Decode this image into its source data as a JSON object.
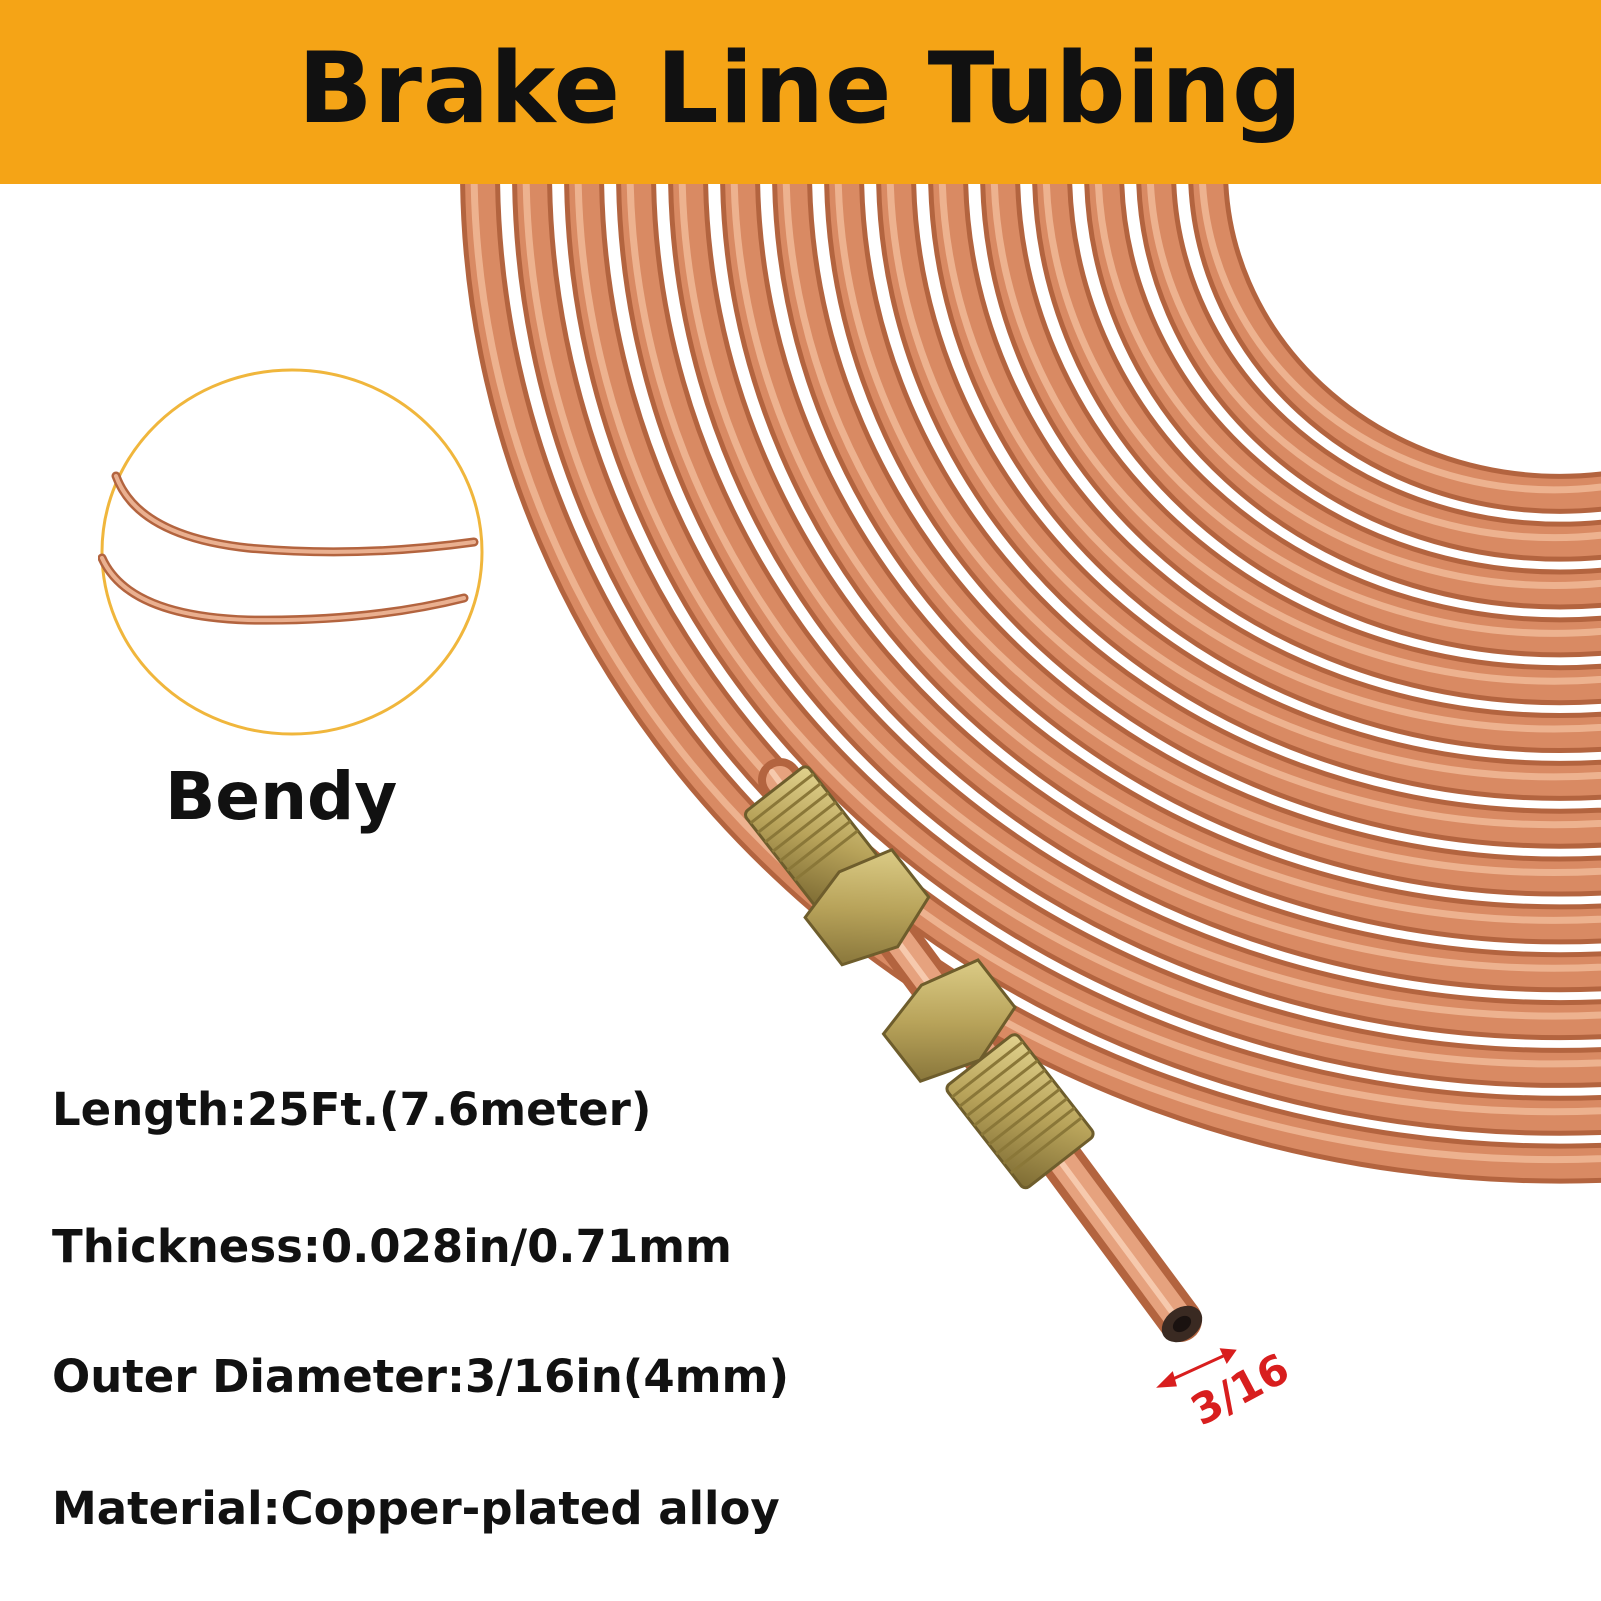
{
  "banner": {
    "title": "Brake Line Tubing",
    "color": "#f5a416"
  },
  "feature": {
    "label": "Bendy",
    "circle_color": "#f0b63c"
  },
  "specs": {
    "length": "Length:25Ft.(7.6meter)",
    "thickness": "Thickness:0.028in/0.71mm",
    "outer_diameter": "Outer Diameter:3/16in(4mm)",
    "material": "Material:Copper-plated alloy"
  },
  "dimension": {
    "label": "3/16",
    "color": "#d81e1e"
  },
  "colors": {
    "copper": "#d98a63",
    "copper_dark": "#b3643f",
    "copper_light": "#f0b896",
    "fitting": "#b8a35a"
  }
}
